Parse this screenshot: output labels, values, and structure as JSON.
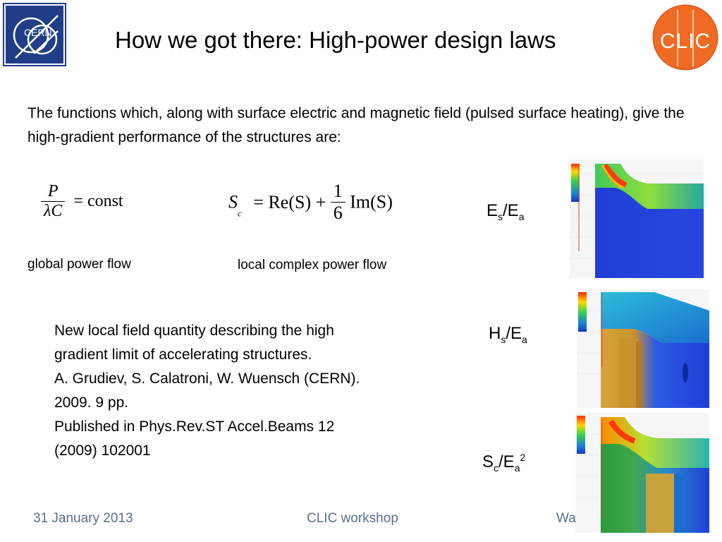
{
  "header": {
    "title": "How we got there: High-power design laws",
    "cern_logo_text": "CERN",
    "clic_logo_text": "CLIC"
  },
  "intro": "The functions which, along with surface electric and magnetic field (pulsed surface heating), give the high-gradient performance of the structures are:",
  "equations": {
    "eq1": {
      "numerator": "P",
      "denominator": "λC",
      "rhs": "= const",
      "label": "global power flow"
    },
    "eq2": {
      "lhs": "S",
      "lhs_sub": "c",
      "part1": "= Re(S) +",
      "frac_num": "1",
      "frac_den": "6",
      "part2": "Im(S)",
      "label": "local complex power flow"
    }
  },
  "ratios": {
    "r1": {
      "a": "E",
      "a_sub": "s",
      "slash": "/E",
      "b_sub": "a",
      "sup": ""
    },
    "r2": {
      "a": "H",
      "a_sub": "s",
      "slash": "/E",
      "b_sub": "a",
      "sup": ""
    },
    "r3": {
      "a": "S",
      "a_sub": "c",
      "slash": "/E",
      "b_sub": "a",
      "sup": "2"
    }
  },
  "reference": {
    "lines": [
      "New local field quantity describing the high",
      "gradient limit of accelerating structures.",
      "A. Grudiev, S. Calatroni, W. Wuensch (CERN).",
      "2009. 9 pp.",
      "Published in Phys.Rev.ST Accel.Beams 12",
      "(2009) 102001"
    ]
  },
  "footer": {
    "date": "31 January 2013",
    "event": "CLIC workshop",
    "author_partial": "Wa"
  },
  "colors": {
    "cern_blue": "#1f3e87",
    "clic_orange": "#ef6a22",
    "footer_text": "#5a6e93"
  },
  "icons": {
    "cern": "cern-logo",
    "clic": "clic-logo"
  }
}
